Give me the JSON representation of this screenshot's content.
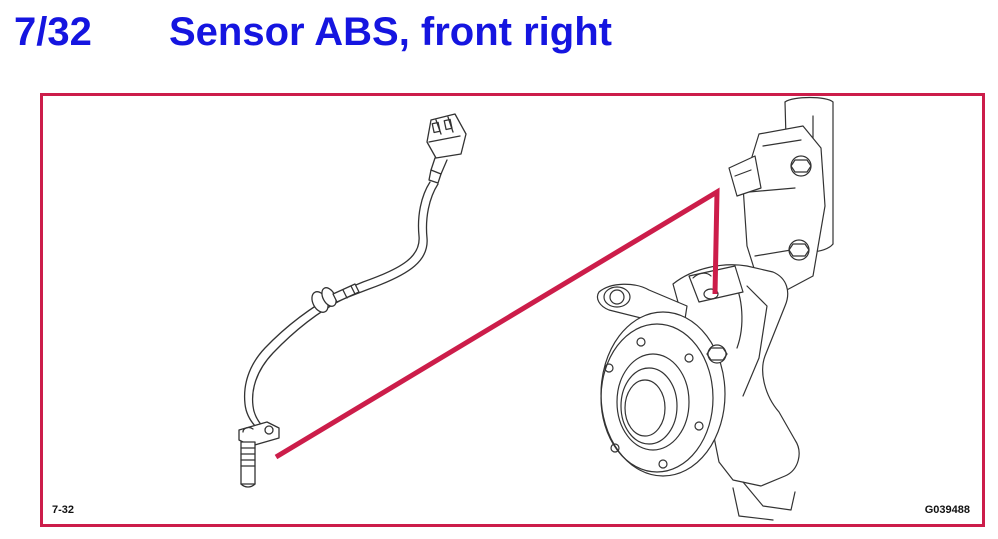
{
  "header": {
    "number": "7/32",
    "title": "Sensor ABS, front right"
  },
  "figure": {
    "ref_left": "7-32",
    "ref_right": "G039488"
  },
  "colors": {
    "title": "#1515e0",
    "frame": "#cc1d4a",
    "leader_line": "#cc1d4a",
    "line_art": "#333333"
  },
  "icons": {
    "sensor": "abs-sensor-with-cable",
    "knuckle": "steering-knuckle-hub-assembly"
  }
}
